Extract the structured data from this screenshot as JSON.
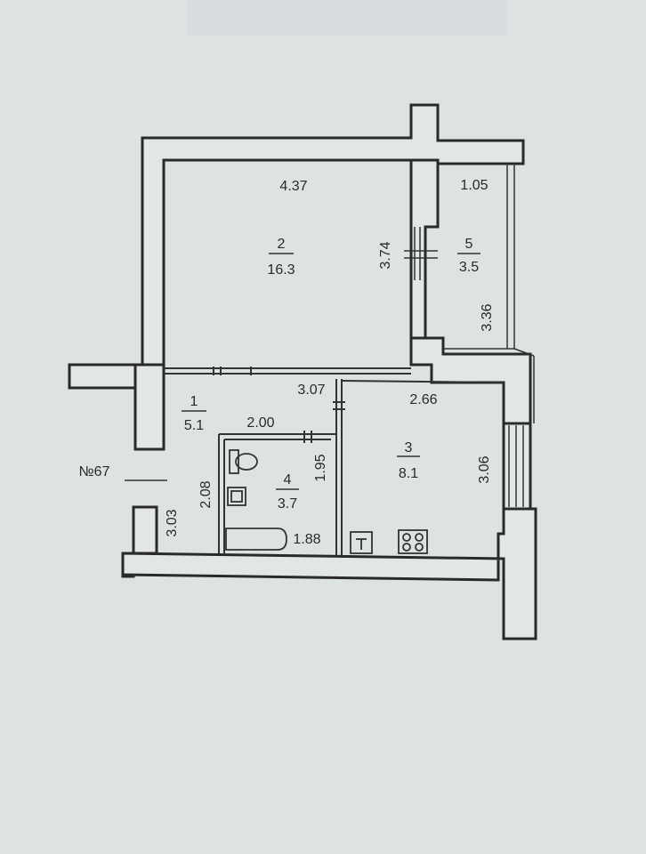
{
  "plan": {
    "apartment_number": "№67",
    "colors": {
      "background": "#dde2e3",
      "wall": "#2a2a2a",
      "line": "#333333",
      "paper_shade": "#d4dadb"
    },
    "rooms": [
      {
        "number": "1",
        "area": "5.1"
      },
      {
        "number": "2",
        "area": "16.3"
      },
      {
        "number": "3",
        "area": "8.1"
      },
      {
        "number": "4",
        "area": "3.7"
      },
      {
        "number": "5",
        "area": "3.5"
      }
    ],
    "dimensions": {
      "room2_width": "4.37",
      "room2_height": "3.74",
      "balcony_width": "1.05",
      "balcony_length": "3.36",
      "hall_kitchen_width": "3.07",
      "kitchen_width": "2.66",
      "kitchen_height": "3.06",
      "bath_width": "2.00",
      "bath_height": "1.95",
      "bath_inner_height": "2.08",
      "hall_height": "3.03",
      "bathtub_length": "1.88"
    },
    "fixtures": [
      "toilet-icon",
      "sink-icon",
      "bathtub-icon",
      "fridge-icon",
      "stove-icon"
    ]
  }
}
